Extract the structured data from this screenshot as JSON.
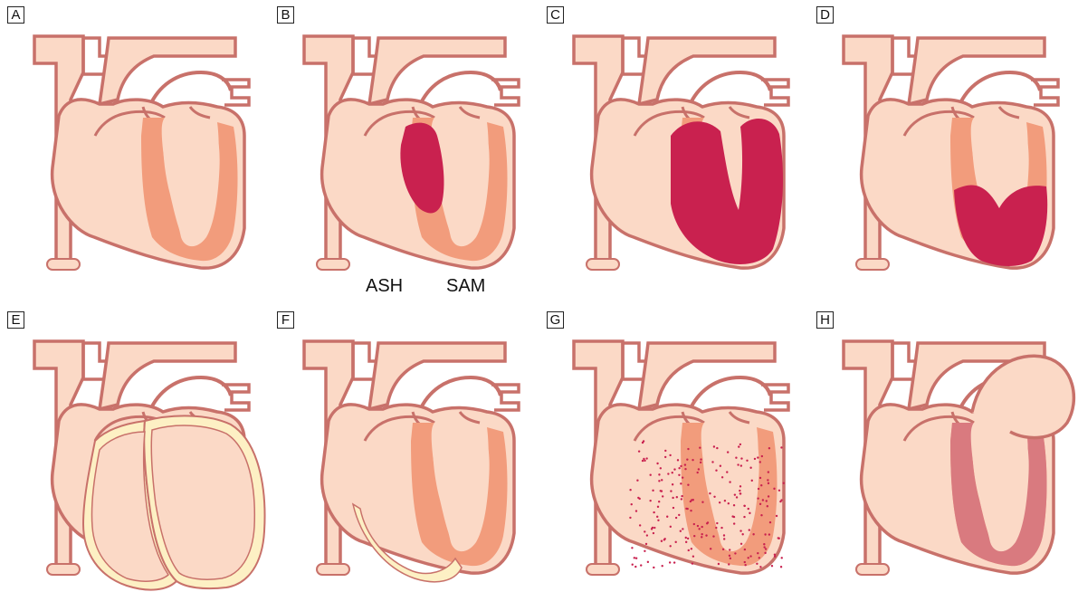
{
  "panels": [
    {
      "letter": "A",
      "variant": "normal"
    },
    {
      "letter": "B",
      "variant": "hcm_asymmetric"
    },
    {
      "letter": "C",
      "variant": "hcm_concentric"
    },
    {
      "letter": "D",
      "variant": "hcm_apical"
    },
    {
      "letter": "E",
      "variant": "dilated"
    },
    {
      "letter": "F",
      "variant": "ischemic_thin_wall"
    },
    {
      "letter": "G",
      "variant": "restrictive"
    },
    {
      "letter": "H",
      "variant": "infiltrative"
    }
  ],
  "callouts": {
    "asymmetric_septum": "ASH",
    "systolic_anterior_motion": "SAM"
  },
  "colors": {
    "outline": "#c8716a",
    "chamber": "#fbd9c6",
    "myocardium": "#f29c7c",
    "hypertrophy": "#c9214f",
    "thin_wall": "#fdf0c4",
    "infiltrate": "#d97a7f",
    "jet": "#b4167c",
    "jet_glow": "#e98bd0"
  }
}
